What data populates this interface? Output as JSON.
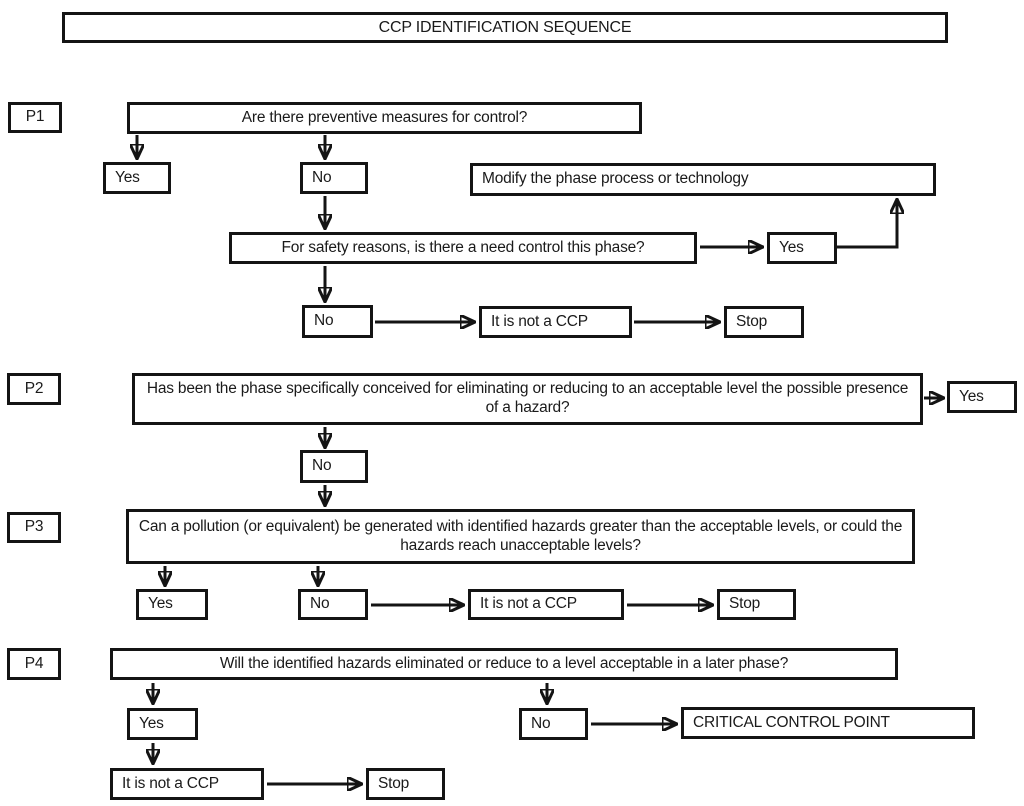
{
  "title": "CCP IDENTIFICATION SEQUENCE",
  "common": {
    "yes": "Yes",
    "no": "No",
    "not_ccp": "It is not a CCP",
    "stop": "Stop"
  },
  "p1": {
    "label": "P1",
    "question": "Are there preventive measures for control?",
    "modify_action": "Modify the phase process or technology",
    "question2": "For safety reasons, is there a need control this phase?"
  },
  "p2": {
    "label": "P2",
    "question": "Has been the phase specifically conceived for eliminating or reducing to an acceptable level the possible presence of a hazard?"
  },
  "p3": {
    "label": "P3",
    "question": "Can a pollution (or equivalent) be generated with identified hazards greater than the acceptable levels, or could the hazards reach unacceptable levels?"
  },
  "p4": {
    "label": "P4",
    "question": "Will the identified hazards eliminated or reduce to a level acceptable in a later phase?",
    "critical_control_point": "CRITICAL CONTROL POINT"
  },
  "colors": {
    "background": "#ffffff",
    "box_border": "#141414",
    "line": "#141414",
    "text": "#1a1a1a"
  }
}
